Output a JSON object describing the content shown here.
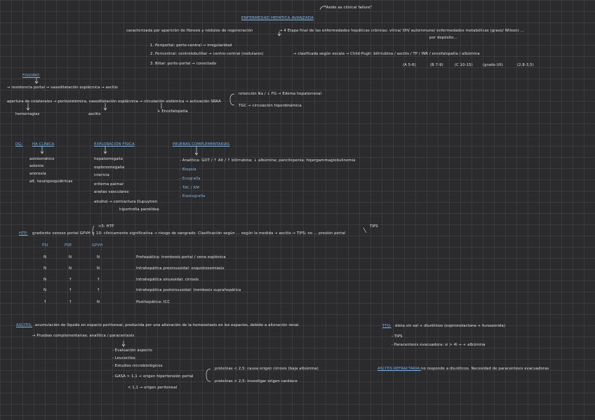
{
  "note": "*Aside as clinical failure\"",
  "title": "ENFERMEDAD HEPATICA AVANZADA",
  "intro": "caracterizada por aparición de fibrosis y nódulos de regeneración",
  "stage_note": "→ 4 Etapa final de las enfermedades hepáticas crónicas: vírica/ OH/ autoinmune/ enfermedades metabólicas (graso/ Wilson) ...",
  "stage_note2": "por depósito...",
  "zones": [
    "1. Periportal: porto-central → irregularidad",
    "2. Pericentral: centrolobulillar → centro-central (nodulares)",
    "3. Biliar: porto-portal → conectado"
  ],
  "classification": "→ clasificada según escala → Child-Pugh: bilirrubina / ascitis / TP / INR / encefalopatía / albúmina",
  "scores": [
    "(A 5-6)",
    "(B 7-9)",
    "(C 10-15)",
    "(grado I/II)",
    "(2,8-3,5)"
  ],
  "fisiopat": {
    "label": "FISIOPAT:",
    "line1": "→ resistencia portal → vasodilatación esplácnica → ascitis",
    "line2": "apertura de colaterales → portosistémica, vasodilatación esplácnica → circulación sistémica → activación SRAA",
    "branch1": "retención Na / ↓ FG → Edema hepatorrenal",
    "branch2": "TGC → circulación hiperdinámica",
    "hemorragias": "hemorragias",
    "ascitis": "ascitis",
    "encefalopatia": "↳ Encefalopatía"
  },
  "dx": {
    "label": "DG:",
    "clinical_title": "HA CLÍNICA",
    "clinical": [
      "asintomático",
      "astenia",
      "anorexia",
      "alt. neuropsiquiátricas"
    ],
    "exam_title": "EXPLORACIÓN FÍSICA",
    "exam": [
      "hepatomegalia",
      "esplenomegalia",
      "ictericia",
      "eritema palmar",
      "arañas vasculares",
      "alcohol → contractura Dupuytren"
    ],
    "exam_extra": "hipertrofia parotídea",
    "tests_title": "PRUEBAS COMPLEMENTARIAS",
    "tests": [
      "- Analítica: GOT / ↑ Alt / ↑ bilirrubina; ↓ albúmina; pancitopenia; hipergammaglobulinemia",
      "- Biopsia",
      "- Ecografía",
      "- TAC / RM",
      "- Elastografía"
    ]
  },
  "htp": {
    "label": "HTP:",
    "line": "gradiente venoso portal GPVH > 10: clínicamente significativa → riesgo de sangrado. Clasificación según ... según la medida → ascitis → TIPS; no ... presión portal",
    "gt5": ">5: HTP",
    "note_top": "TIPS",
    "cols": [
      "PSI",
      "PSE",
      "GPVH"
    ],
    "rows": [
      {
        "v": [
          "N",
          "N",
          "N"
        ],
        "desc": "Prehepática: trombosis portal / vena esplénica"
      },
      {
        "v": [
          "N",
          "N",
          "N"
        ],
        "desc": "Intrahepática presinusoidal: esquistosomiasis"
      },
      {
        "v": [
          "N",
          "↑",
          "↑"
        ],
        "desc": "Intrahepática sinusoidal: cirrosis"
      },
      {
        "v": [
          "N",
          "↑",
          "↑"
        ],
        "desc": "Intrahepática postsinusoidal: trombosis suprahepática"
      },
      {
        "v": [
          "↑",
          "↑",
          "N"
        ],
        "desc": "Posthepática: ICC"
      }
    ]
  },
  "ascitis": {
    "label": "ASCITIS:",
    "line": "acumulación de líquido en espacio peritoneal, producida por una alteración de la homeostasis en los espacios, debido a alteración renal.",
    "tests": "→ Pruebas complementarias: analítica / paracentesis",
    "items": [
      "- Evaluación aspecto",
      "- Leucocitos",
      "- Estudios microbiológicos",
      "- GASA > 1,1 → origen hipertensión portal"
    ],
    "gasa_low": "< 1,1 → origen peritoneal",
    "prot_hi": "proteínas < 2,5: causa origen cirrosis (baja albúmina)",
    "prot_lo": "proteínas > 2,5: investigar origen cardiaco"
  },
  "tto": {
    "label": "TTO:",
    "line": "dieta sin sal + diuréticos (espironolactona + furosemida)",
    "tips": "- TIPS",
    "para": "- Paracentesis evacuadora: si > 4l → + albúmina",
    "refract_label": "ASCITIS REFRACTARIA:",
    "refract": "no responde a diuréticos. Necesidad de paracentesis evacuadoras"
  }
}
